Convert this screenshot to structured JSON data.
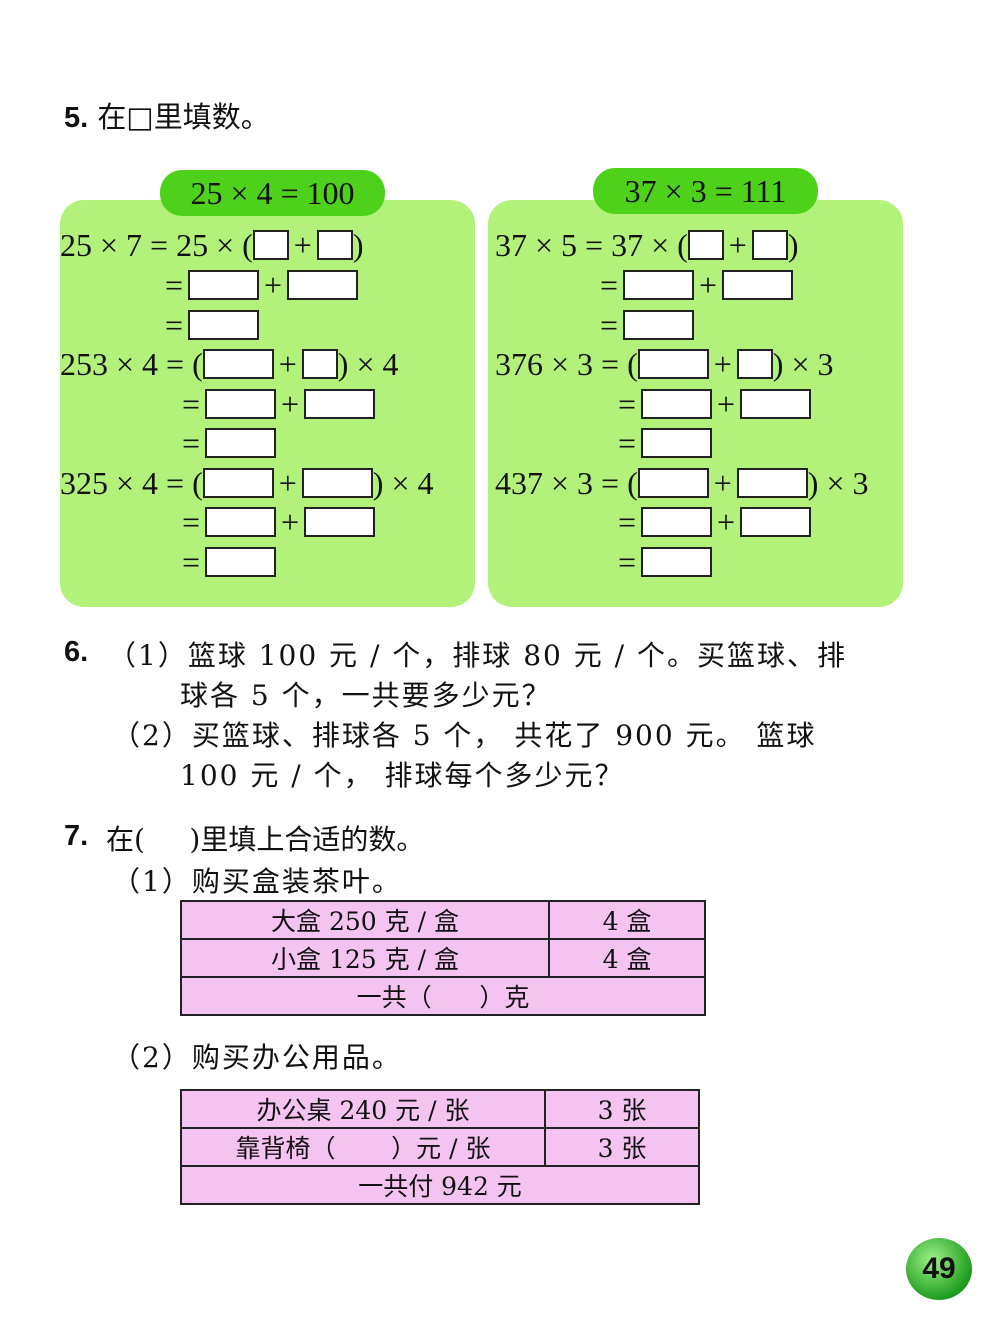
{
  "q5": {
    "num": "5.",
    "title": "在□里填数。"
  },
  "left": {
    "badge": "25 × 4 = 100",
    "r1": "25 × 7 = 25 × (",
    "r4": "253 × 4 = (",
    "r4_end": ") × 4",
    "r7": "325 × 4 = (",
    "r7_end": ") × 4"
  },
  "right": {
    "badge": "37 × 3 = 111",
    "r1": "37 × 5 = 37 × (",
    "r4": "376 × 3 = (",
    "r4_end": ") × 3",
    "r7": "437 × 3 = (",
    "r7_end": ") × 3"
  },
  "sym": {
    "plus": "+",
    "eq": "=",
    "close": ")"
  },
  "q6": {
    "num": "6.",
    "p1_line1": "（1）篮球 100 元 / 个，排球 80 元 / 个。买篮球、排",
    "p1_line2": "球各 5 个，一共要多少元？",
    "p2_line1": "（2）买篮球、排球各 5 个， 共花了 900 元。 篮球",
    "p2_line2": "100 元 / 个， 排球每个多少元？"
  },
  "q7": {
    "num": "7.",
    "title": "在(     )里填上合适的数。",
    "p1": "（1）购买盒装茶叶。",
    "table1": [
      [
        "大盒 250 克 / 盒",
        "4 盒"
      ],
      [
        "小盒 125 克 / 盒",
        "4 盒"
      ],
      [
        "一共（      ）克"
      ]
    ],
    "p2": "（2）购买办公用品。",
    "table2": [
      [
        "办公桌 240 元 / 张",
        "3 张"
      ],
      [
        "靠背椅（       ）元 / 张",
        "3 张"
      ],
      [
        "一共付 942 元"
      ]
    ]
  },
  "page_number": "49"
}
